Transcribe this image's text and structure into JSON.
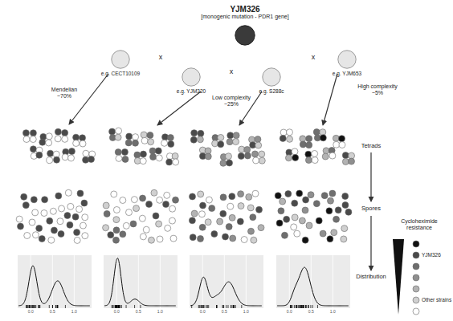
{
  "diagram": {
    "nodes": [
      {
        "text": [
          "YJM326",
          "[monogenic mutation - PDR1 gene]"
        ]
      },
      {
        "text": [
          "e.g. CECT10109"
        ]
      },
      {
        "text": [
          "e.g. YJM320"
        ]
      },
      {
        "text": [
          "e.g. S288c"
        ]
      },
      {
        "text": [
          "e.g. YJM653"
        ]
      }
    ],
    "labels": [
      "x",
      "x",
      "x",
      "Mendelian ~70%",
      "Low complexity ~25%",
      "High complexity ~5%",
      "Tetrads",
      "Spores",
      "Distribution",
      "0.0",
      "0.5",
      "1.0",
      "0.0",
      "0.5",
      "1.0",
      "0.0",
      "0.5",
      "1.0",
      "0.0",
      "0.5",
      "1.0",
      "Cycloheximide resistance"
    ],
    "legend": [
      {
        "text": "YJM326",
        "color": "#4a4a4a"
      },
      {
        "text": "Other strains",
        "color": "#d0d0d0"
      }
    ]
  }
}
